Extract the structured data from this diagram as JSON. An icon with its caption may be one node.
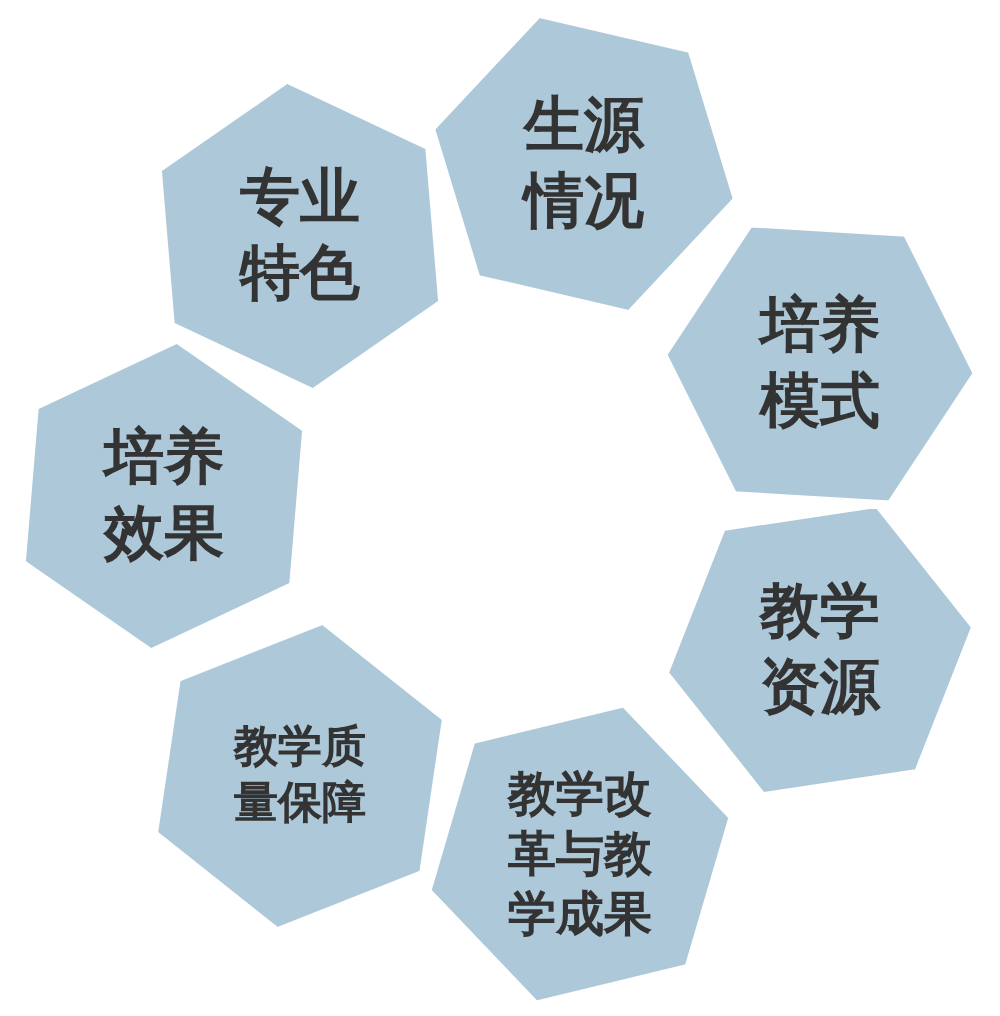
{
  "diagram": {
    "nodes": [
      {
        "text": [
          "专业特色"
        ]
      },
      {
        "text": [
          "生源情况"
        ]
      },
      {
        "text": [
          "培养模式"
        ]
      },
      {
        "text": [
          "教学资源"
        ]
      },
      {
        "text": [
          "教学改革与教学成果"
        ]
      },
      {
        "text": [
          "教学质量保障"
        ]
      },
      {
        "text": [
          "培养效果"
        ]
      }
    ]
  }
}
